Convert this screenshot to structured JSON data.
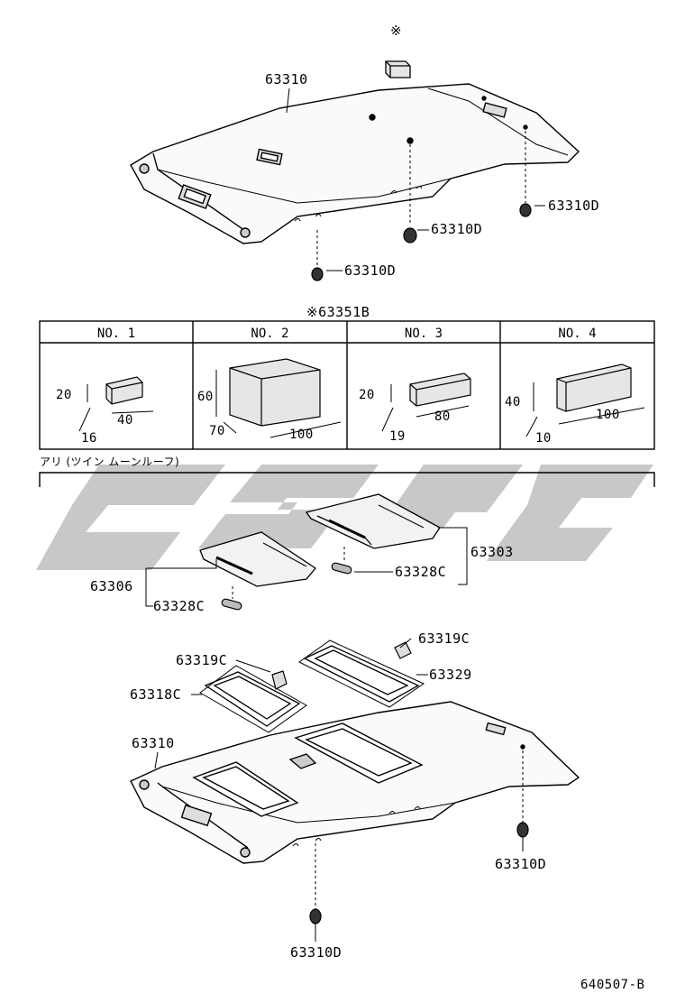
{
  "colors": {
    "line": "#000000",
    "watermark": "#c8c8c8",
    "part_fill": "#e6e6e6",
    "background": "#ffffff"
  },
  "top": {
    "note_mark": "※",
    "headlining_label": "63310",
    "clip_labels": [
      "63310D",
      "63310D",
      "63310D"
    ]
  },
  "table": {
    "title": "※63351B",
    "columns": [
      {
        "header": "NO. 1",
        "height": "20",
        "width": "40",
        "depth": "16"
      },
      {
        "header": "NO. 2",
        "height": "60",
        "width": "100",
        "depth": "70"
      },
      {
        "header": "NO. 3",
        "height": "20",
        "width": "80",
        "depth": "19"
      },
      {
        "header": "NO. 4",
        "height": "40",
        "width": "100",
        "depth": "10"
      }
    ]
  },
  "section": {
    "title": "アリ (ツイン ムーンルーフ)",
    "sunshade_front": "63303",
    "sunshade_rear": "63306",
    "handle_front": "63328C",
    "handle_rear": "63328C",
    "stopper_left": "63319C",
    "stopper_right": "63319C",
    "frame_rear": "63318C",
    "frame_front": "63329",
    "headlining": "63310",
    "clip_right": "63310D",
    "clip_bottom": "63310D"
  },
  "footer": {
    "code": "640507-B"
  }
}
